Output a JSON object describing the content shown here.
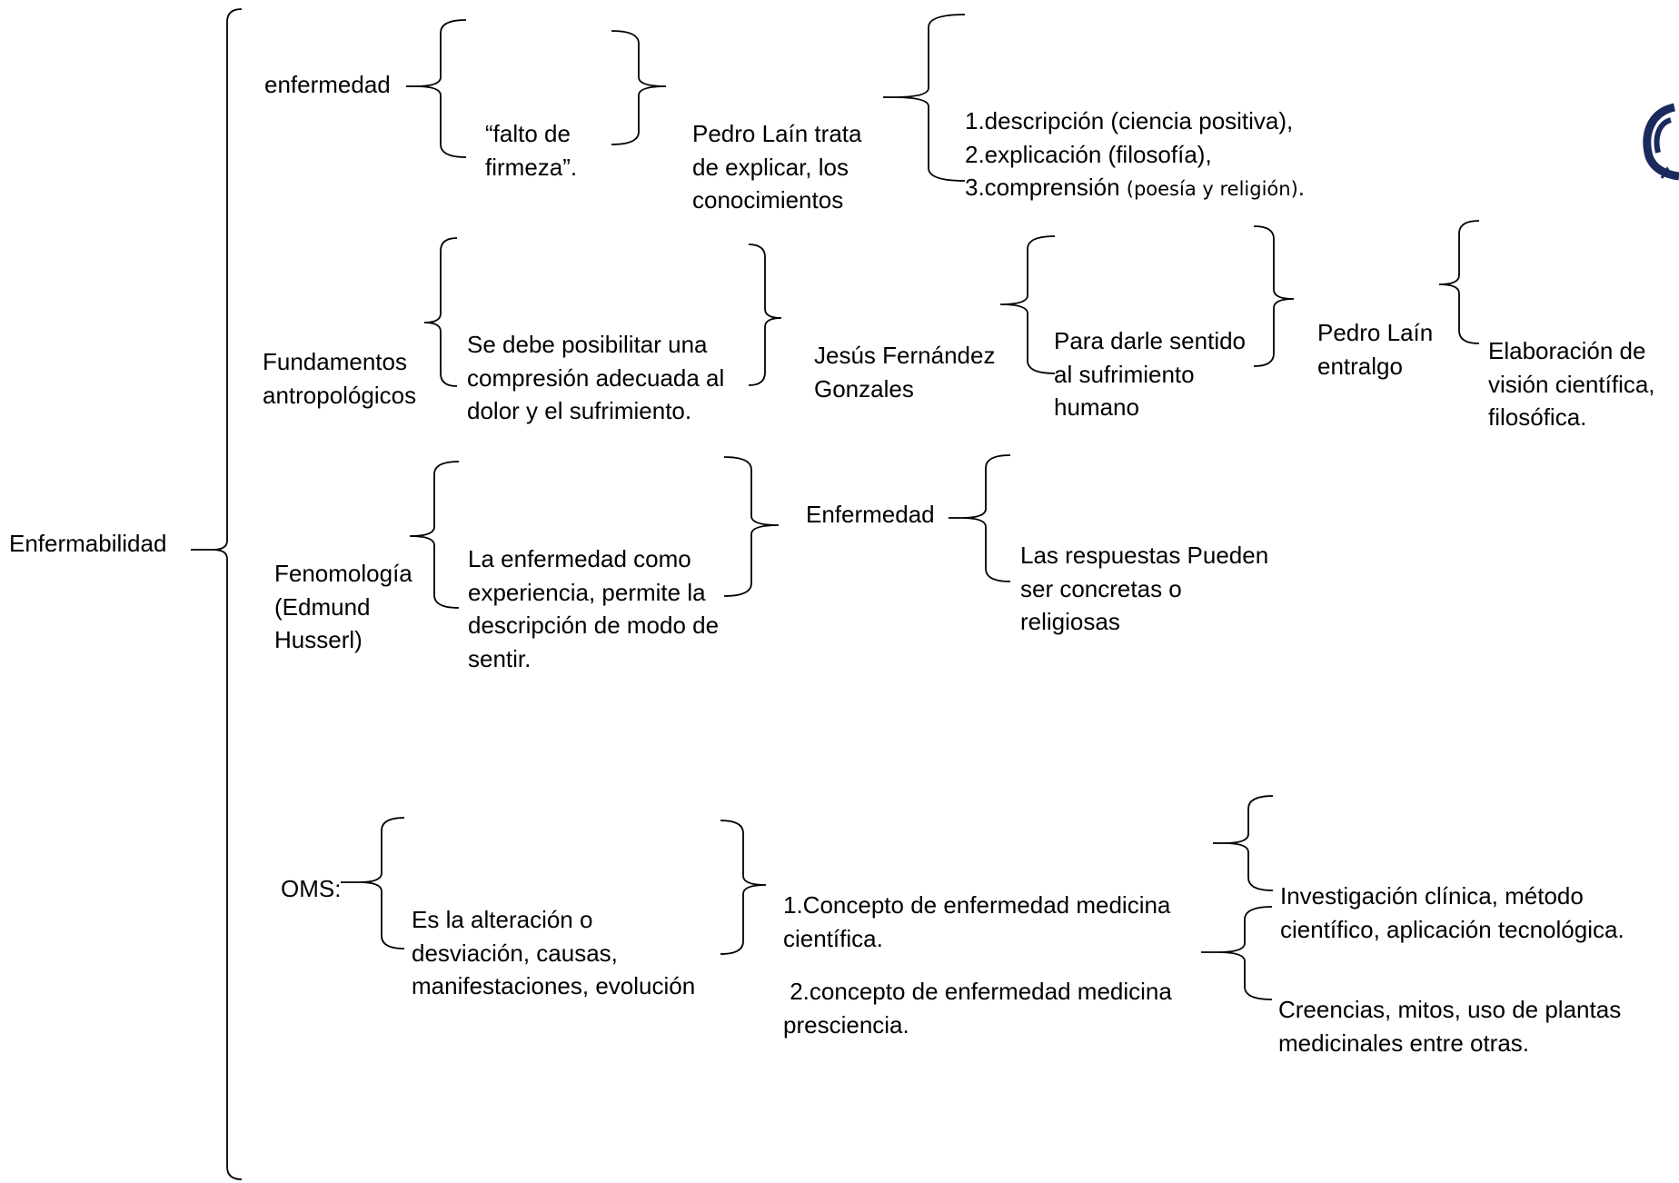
{
  "diagram": {
    "root": "Enfermabilidad",
    "r1": {
      "head": "enfermedad",
      "quote": [
        "“falto de",
        "firmeza”."
      ],
      "lain": [
        "Pedro Laín trata",
        "de explicar, los",
        "conocimientos"
      ],
      "list": [
        "1.descripción (ciencia positiva),",
        "2.explicación (filosofía),",
        "3.comprensión "
      ],
      "list_small": "(poesía y religión)",
      "list_end": "."
    },
    "r2": {
      "head": [
        "Fundamentos",
        "antropológicos"
      ],
      "body": [
        "Se debe posibilitar una",
        "compresión adecuada al",
        "dolor y el sufrimiento."
      ],
      "author": [
        "Jesús Fernández",
        "Gonzales"
      ],
      "purpose": [
        "Para darle sentido",
        "al sufrimiento",
        "humano"
      ],
      "author2": [
        "Pedro Laín",
        "entralgo"
      ],
      "result": [
        "Elaboración de",
        "visión científica,",
        "filosófica."
      ]
    },
    "r3": {
      "head": [
        "Fenomología",
        "(Edmund",
        "Husserl)"
      ],
      "body": [
        "La enfermedad como",
        "experiencia, permite la",
        "descripción de modo de",
        "sentir."
      ],
      "label": "Enfermedad",
      "answers": [
        "Las respuestas Pueden",
        "ser concretas o",
        "religiosas"
      ]
    },
    "r4": {
      "head": "OMS:",
      "body": [
        "Es la alteración o",
        "desviación, causas,",
        "manifestaciones, evolución"
      ],
      "c1": [
        "1.Concepto de enfermedad medicina",
        "científica."
      ],
      "c1_detail": [
        "Investigación clínica, método",
        "científico, aplicación tecnológica."
      ],
      "c2": [
        " 2.concepto de enfermedad medicina",
        "presciencia."
      ],
      "c2_detail": [
        "Creencias, mitos, uso de plantas",
        "medicinales entre otras."
      ]
    }
  }
}
